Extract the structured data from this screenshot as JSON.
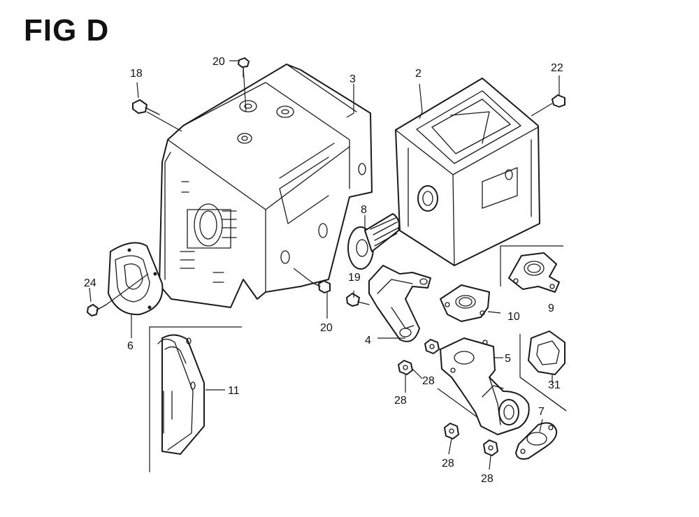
{
  "figure": {
    "title": "FIG D"
  },
  "callouts": [
    {
      "id": "c-20-top",
      "label": "20"
    },
    {
      "id": "c-18",
      "label": "18"
    },
    {
      "id": "c-3",
      "label": "3"
    },
    {
      "id": "c-2",
      "label": "2"
    },
    {
      "id": "c-22",
      "label": "22"
    },
    {
      "id": "c-8",
      "label": "8"
    },
    {
      "id": "c-24",
      "label": "24"
    },
    {
      "id": "c-6",
      "label": "6"
    },
    {
      "id": "c-20-bottom",
      "label": "20"
    },
    {
      "id": "c-19",
      "label": "19"
    },
    {
      "id": "c-9",
      "label": "9"
    },
    {
      "id": "c-10",
      "label": "10"
    },
    {
      "id": "c-4",
      "label": "4"
    },
    {
      "id": "c-5",
      "label": "5"
    },
    {
      "id": "c-28-a",
      "label": "28"
    },
    {
      "id": "c-28-b",
      "label": "28"
    },
    {
      "id": "c-31",
      "label": "31"
    },
    {
      "id": "c-11",
      "label": "11"
    },
    {
      "id": "c-7",
      "label": "7"
    },
    {
      "id": "c-28-c",
      "label": "28"
    },
    {
      "id": "c-28-d",
      "label": "28"
    }
  ]
}
